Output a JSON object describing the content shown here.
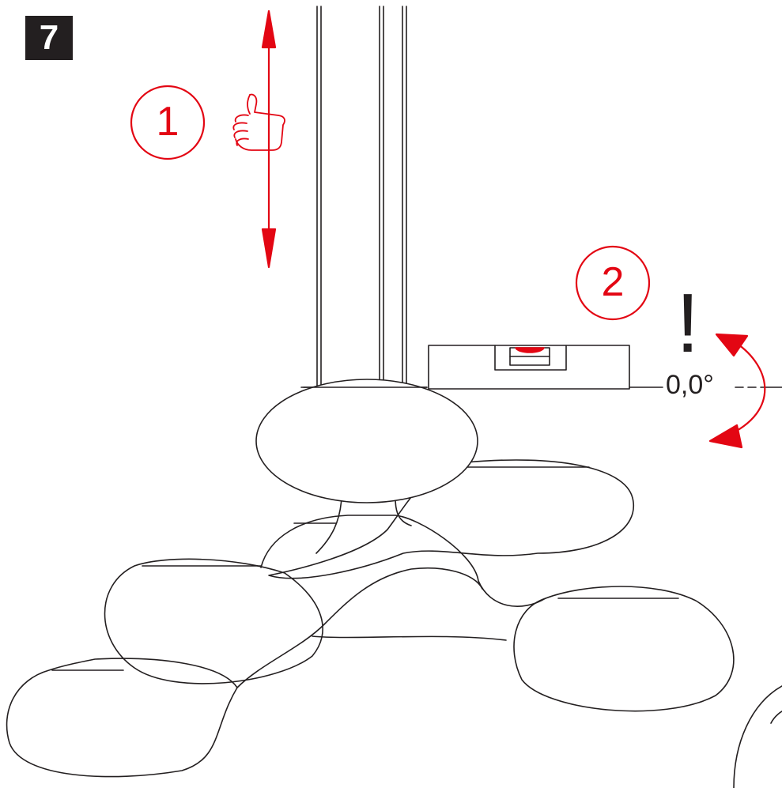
{
  "step": {
    "number": "7"
  },
  "markers": {
    "first": "1",
    "second": "2"
  },
  "warning": {
    "symbol": "!"
  },
  "level": {
    "angle_label": "0,0°"
  },
  "colors": {
    "accent": "#e30613",
    "line": "#231f20",
    "badge_bg": "#231f20",
    "badge_text": "#ffffff"
  },
  "icons": {
    "thumb": "thumbs-up-icon",
    "arrow_vertical": "double-arrow-vertical-icon",
    "arrow_rotate": "rotate-arrow-icon"
  }
}
